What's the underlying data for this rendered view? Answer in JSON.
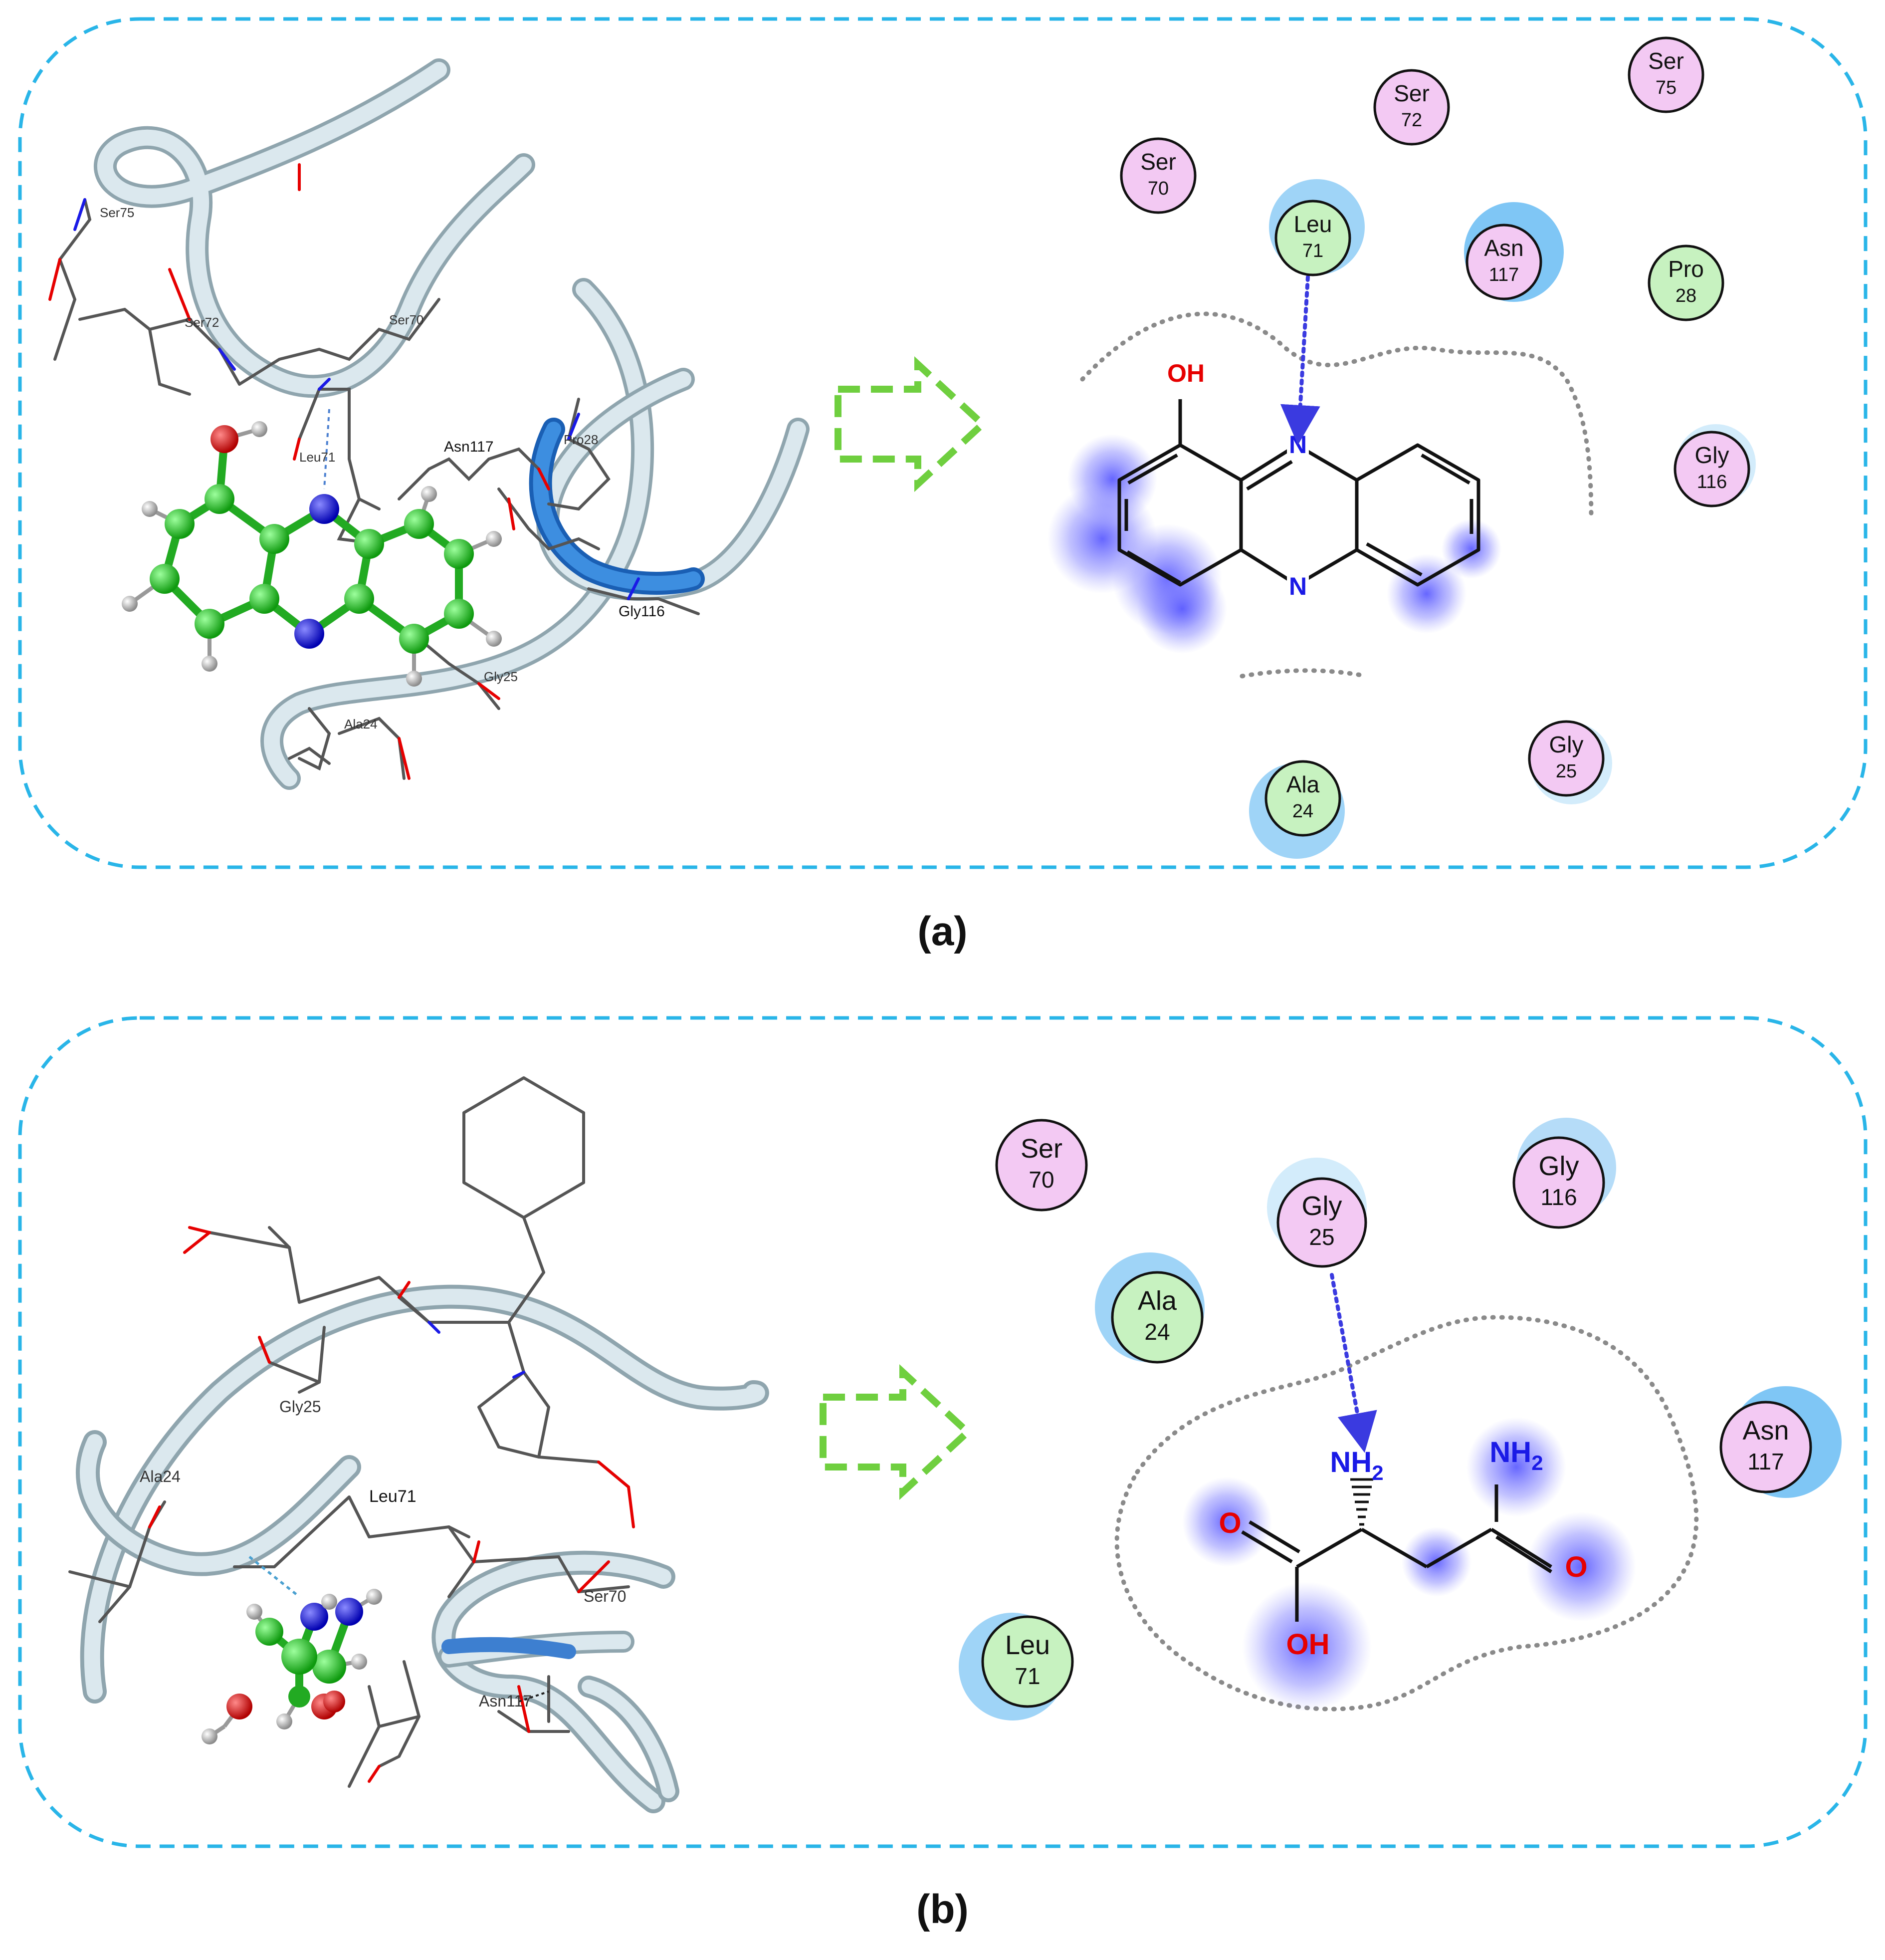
{
  "colors": {
    "border": "#29b5e8",
    "arrow": "#6fcf3f",
    "residue_polar": "#f3c9f3",
    "residue_hydrophobic": "#c7f2c0",
    "solvent_halo": "#7fc6f5",
    "hbond": "#3a3ae0",
    "nitrogen": "#1a1ae6",
    "oxygen": "#e60000",
    "carbon_ball": "#22cc22",
    "ribbon": "#c9dbe3",
    "pocket_line": "#8a8a8a"
  },
  "panel_a": {
    "caption": "(a)",
    "labels_3d": [
      "Ser75",
      "Ser72",
      "Ser70",
      "Leu71",
      "Asn117",
      "Pro28",
      "Gly116",
      "Gly25",
      "Ala24"
    ],
    "ligand_atoms": {
      "hydroxyl": "OH",
      "n1": "N",
      "n2": "N"
    },
    "residues": [
      {
        "name": "Ser",
        "num": "70",
        "type": "polar"
      },
      {
        "name": "Ser",
        "num": "72",
        "type": "polar"
      },
      {
        "name": "Ser",
        "num": "75",
        "type": "polar"
      },
      {
        "name": "Leu",
        "num": "71",
        "type": "hydrophobic"
      },
      {
        "name": "Asn",
        "num": "117",
        "type": "polar"
      },
      {
        "name": "Pro",
        "num": "28",
        "type": "hydrophobic"
      },
      {
        "name": "Gly",
        "num": "116",
        "type": "polar"
      },
      {
        "name": "Gly",
        "num": "25",
        "type": "polar"
      },
      {
        "name": "Ala",
        "num": "24",
        "type": "hydrophobic"
      }
    ]
  },
  "panel_b": {
    "caption": "(b)",
    "labels_3d": [
      "Gly25",
      "Ala24",
      "Leu71",
      "Ser70",
      "Asn117"
    ],
    "ligand_atoms": {
      "amine": "NH",
      "amine_sub": "2",
      "amide": "NH",
      "amide_sub": "2",
      "acid_o": "O",
      "acid_oh": "OH",
      "amide_o": "O"
    },
    "residues": [
      {
        "name": "Ser",
        "num": "70",
        "type": "polar"
      },
      {
        "name": "Gly",
        "num": "25",
        "type": "polar"
      },
      {
        "name": "Gly",
        "num": "116",
        "type": "polar"
      },
      {
        "name": "Ala",
        "num": "24",
        "type": "hydrophobic"
      },
      {
        "name": "Asn",
        "num": "117",
        "type": "polar"
      },
      {
        "name": "Leu",
        "num": "71",
        "type": "hydrophobic"
      }
    ]
  }
}
